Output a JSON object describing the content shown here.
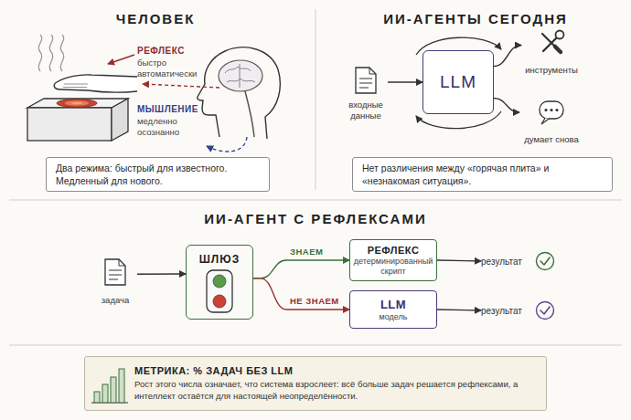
{
  "diagram": {
    "nodes": [
      {
        "text": [
          "Два режима: быстрый для известного. Медленный для нового."
        ]
      },
      {
        "text": [
          "входные данные"
        ]
      },
      {
        "text": [
          "LLM"
        ]
      },
      {
        "text": [
          "инструменты"
        ]
      },
      {
        "text": [
          "думает снова"
        ]
      },
      {
        "text": [
          "Нет различения между «горячая плита» и «незнакомая ситуация»."
        ]
      },
      {
        "text": [
          "задача"
        ]
      },
      {
        "text": [
          "ШЛЮЗ"
        ]
      },
      {
        "text": [
          "РЕФЛЕКС",
          "детерминированный скрипт"
        ]
      },
      {
        "text": [
          "LLM",
          "модель"
        ]
      },
      {
        "text": [
          "результат"
        ]
      },
      {
        "text": [
          "результат"
        ]
      },
      {
        "text": [
          "МЕТРИКА: % ЗАДАЧ БЕЗ LLM",
          "Рост этого числа означает, что система взрослеет: всё больше задач решается рефлексами, а интеллект остаётся для настоящей неопределённости."
        ]
      }
    ],
    "edges": [
      {
        "from": 1,
        "to": 2,
        "arrow": "to"
      },
      {
        "from": 2,
        "to": 3,
        "arrow": "to"
      },
      {
        "from": 2,
        "to": 4,
        "arrow": "to"
      },
      {
        "from": 6,
        "to": 7,
        "arrow": "to"
      },
      {
        "from": 7,
        "to": 8,
        "label": "ЗНАЕМ",
        "arrow": "to"
      },
      {
        "from": 7,
        "to": 9,
        "label": "НЕ ЗНАЕМ",
        "arrow": "to"
      },
      {
        "from": 8,
        "to": 10,
        "arrow": "to"
      },
      {
        "from": 9,
        "to": 11,
        "arrow": "to"
      }
    ],
    "labels": [
      "ЧЕЛОВЕК",
      "РЕФЛЕКС",
      "быстро автоматически",
      "МЫШЛЕНИЕ",
      "медленно осознанно",
      "ИИ-АГЕНТЫ СЕГОДНЯ",
      "ИИ-АГЕНТ С РЕФЛЕКСАМИ"
    ]
  }
}
